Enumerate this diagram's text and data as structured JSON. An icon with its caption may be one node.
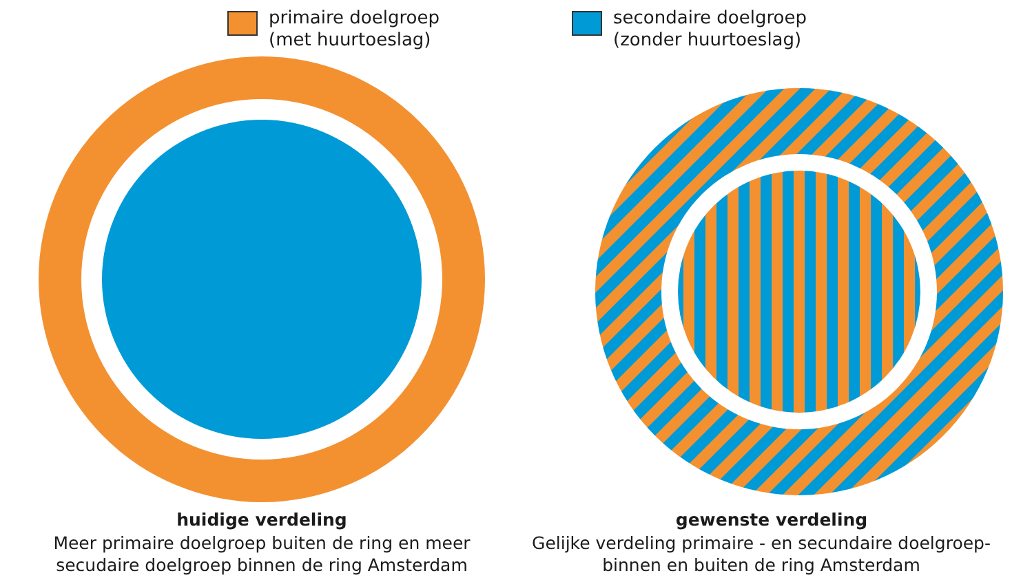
{
  "diagram": {
    "labels": [
      "huidige verdeling",
      "Meer primaire doelgroep buiten de ring en meer secudaire doelgroep binnen de ring Amsterdam",
      "gewenste verdeling",
      "Gelijke verdeling primaire - en secundaire doelgroep- binnen en buiten de ring Amsterdam"
    ],
    "legend": [
      {
        "text": "primaire doelgroep (met huurtoeslag)",
        "color": "#f39131"
      },
      {
        "text": "secondaire doelgroep (zonder huurtoeslag)",
        "color": "#009ad6"
      }
    ]
  }
}
